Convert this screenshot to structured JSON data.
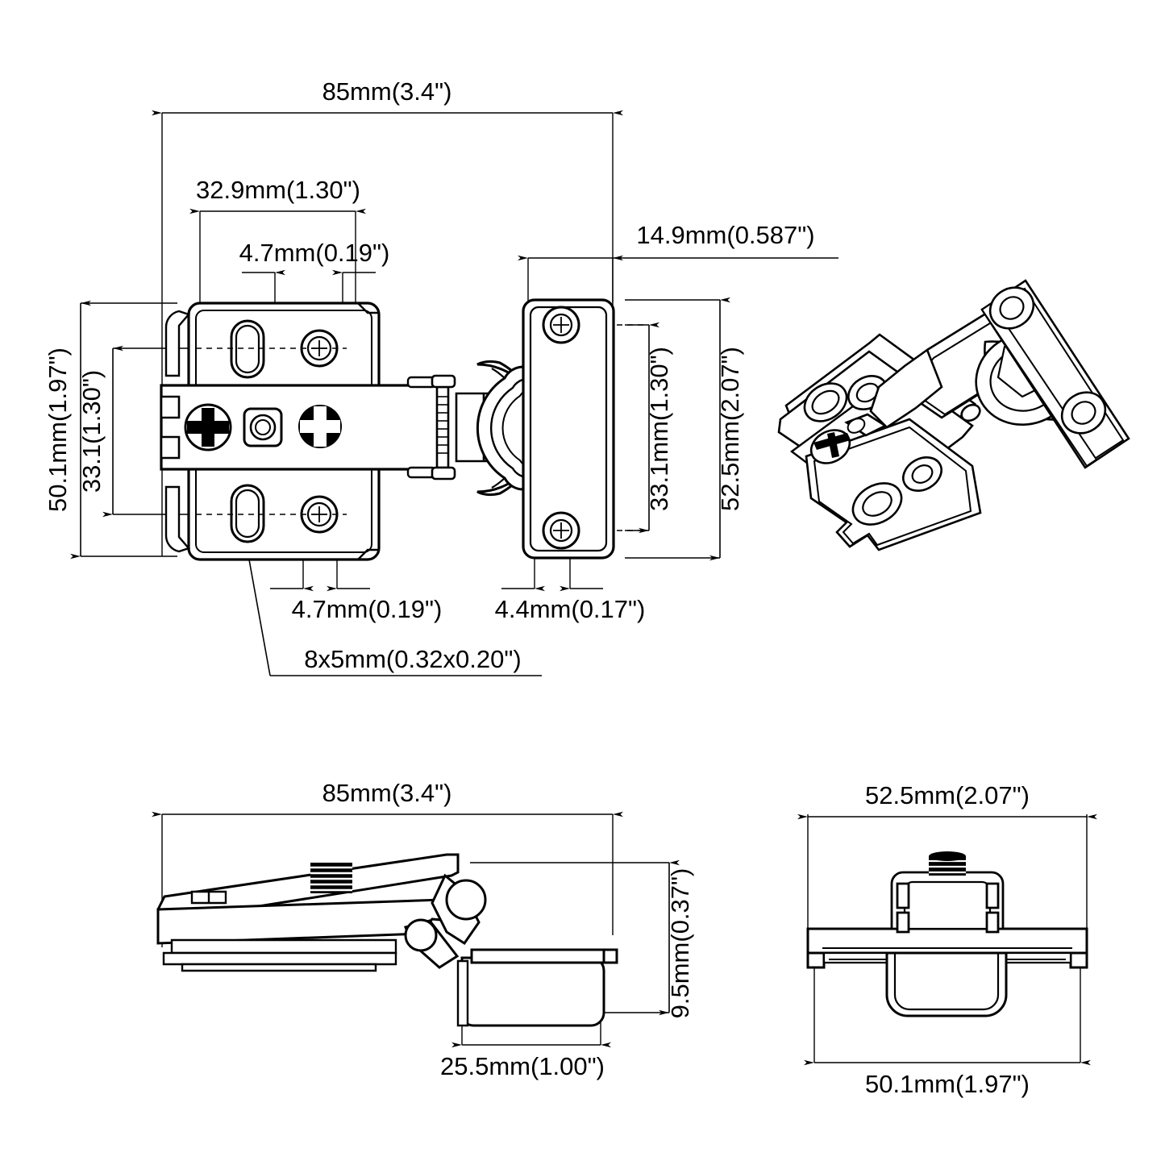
{
  "drawing": {
    "title": "Cabinet Hinge Technical Dimension Drawing",
    "line_color": "#000000",
    "background_color": "#ffffff",
    "dim_line_color": "#1a1a1a"
  },
  "views": {
    "top_plan": {
      "name": "top-plan-view",
      "dimensions": {
        "overall_width": "85mm(3.4\")",
        "plate_screw_span": "32.9mm(1.30\")",
        "slot_width_top": "4.7mm(0.19\")",
        "cup_offset": "14.9mm(0.587\")",
        "overall_height": "50.1mm(1.97\")",
        "plate_hole_span": "33.1(1.30\")",
        "arm_hole_span": "33.1mm(1.30\")",
        "plate_height": "52.5mm(2.07\")",
        "slot_width_bottom": "4.7mm(0.19\")",
        "mount_hole_width": "4.4mm(0.17\")",
        "slot_callout": "8x5mm(0.32x0.20\")"
      }
    },
    "isometric": {
      "name": "isometric-view"
    },
    "side_elevation": {
      "name": "side-elevation-view",
      "dimensions": {
        "overall_length": "85mm(3.4\")",
        "cup_height": "9.5mm(0.37\")",
        "cup_width": "25.5mm(1.00\")"
      }
    },
    "end_elevation": {
      "name": "end-elevation-view",
      "dimensions": {
        "plate_width": "52.5mm(2.07\")",
        "base_width": "50.1mm(1.97\")"
      }
    }
  }
}
